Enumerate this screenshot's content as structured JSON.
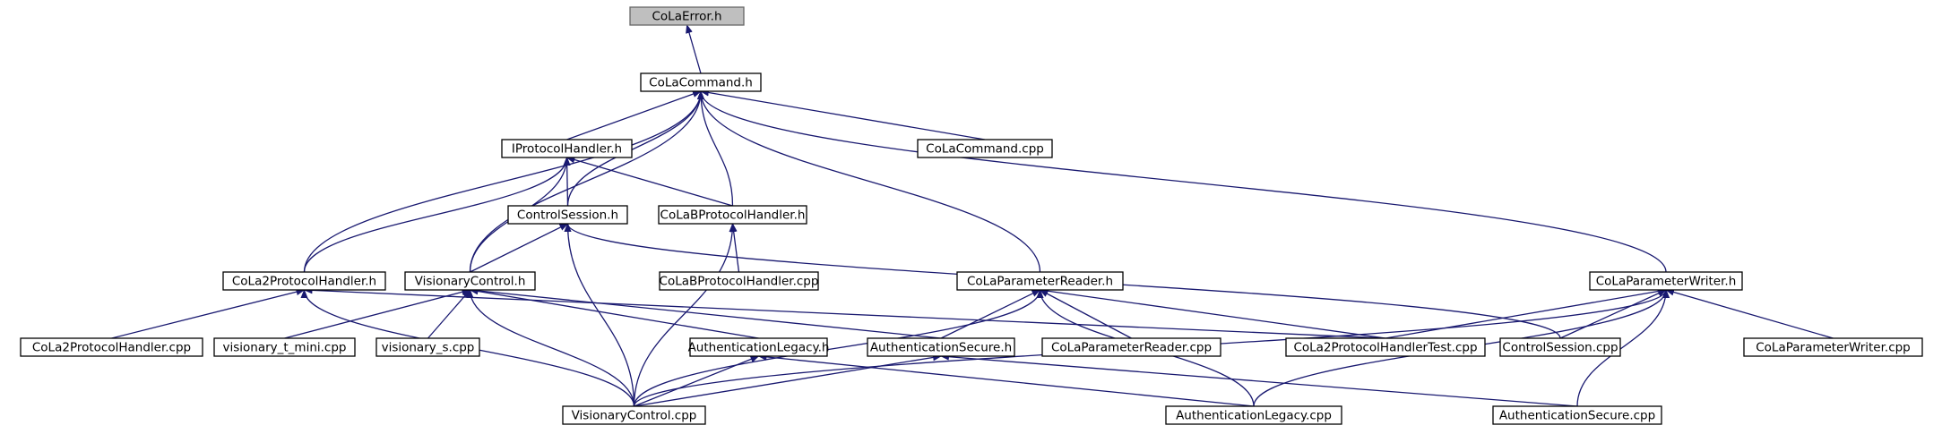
{
  "graph": {
    "nodes": [
      {
        "id": "n0",
        "label": "CoLaError.h",
        "root": true
      },
      {
        "id": "n1",
        "label": "CoLaCommand.h"
      },
      {
        "id": "n2",
        "label": "IProtocolHandler.h"
      },
      {
        "id": "n3",
        "label": "CoLaCommand.cpp"
      },
      {
        "id": "n4",
        "label": "ControlSession.h"
      },
      {
        "id": "n5",
        "label": "CoLaBProtocolHandler.h"
      },
      {
        "id": "n6",
        "label": "CoLa2ProtocolHandler.h"
      },
      {
        "id": "n7",
        "label": "VisionaryControl.h"
      },
      {
        "id": "n8",
        "label": "CoLaBProtocolHandler.cpp"
      },
      {
        "id": "n9",
        "label": "CoLaParameterReader.h"
      },
      {
        "id": "n10",
        "label": "CoLaParameterWriter.h"
      },
      {
        "id": "n11",
        "label": "CoLa2ProtocolHandler.cpp"
      },
      {
        "id": "n12",
        "label": "visionary_t_mini.cpp"
      },
      {
        "id": "n13",
        "label": "visionary_s.cpp"
      },
      {
        "id": "n14",
        "label": "AuthenticationLegacy.h"
      },
      {
        "id": "n15",
        "label": "AuthenticationSecure.h"
      },
      {
        "id": "n16",
        "label": "CoLaParameterReader.cpp"
      },
      {
        "id": "n17",
        "label": "CoLa2ProtocolHandlerTest.cpp"
      },
      {
        "id": "n18",
        "label": "ControlSession.cpp"
      },
      {
        "id": "n19",
        "label": "CoLaParameterWriter.cpp"
      },
      {
        "id": "n20",
        "label": "VisionaryControl.cpp"
      },
      {
        "id": "n21",
        "label": "AuthenticationLegacy.cpp"
      },
      {
        "id": "n22",
        "label": "AuthenticationSecure.cpp"
      }
    ],
    "edges": [
      {
        "from": "n0",
        "to": "n1"
      },
      {
        "from": "n1",
        "to": "n2"
      },
      {
        "from": "n1",
        "to": "n3"
      },
      {
        "from": "n1",
        "to": "n4"
      },
      {
        "from": "n1",
        "to": "n5"
      },
      {
        "from": "n1",
        "to": "n6"
      },
      {
        "from": "n1",
        "to": "n7"
      },
      {
        "from": "n1",
        "to": "n9"
      },
      {
        "from": "n1",
        "to": "n10"
      },
      {
        "from": "n2",
        "to": "n4"
      },
      {
        "from": "n2",
        "to": "n5"
      },
      {
        "from": "n2",
        "to": "n6"
      },
      {
        "from": "n2",
        "to": "n7"
      },
      {
        "from": "n4",
        "to": "n7"
      },
      {
        "from": "n4",
        "to": "n20"
      },
      {
        "from": "n4",
        "to": "n18"
      },
      {
        "from": "n5",
        "to": "n8"
      },
      {
        "from": "n5",
        "to": "n20"
      },
      {
        "from": "n6",
        "to": "n11"
      },
      {
        "from": "n6",
        "to": "n17"
      },
      {
        "from": "n6",
        "to": "n20"
      },
      {
        "from": "n7",
        "to": "n12"
      },
      {
        "from": "n7",
        "to": "n13"
      },
      {
        "from": "n7",
        "to": "n14"
      },
      {
        "from": "n7",
        "to": "n15"
      },
      {
        "from": "n7",
        "to": "n20"
      },
      {
        "from": "n9",
        "to": "n15"
      },
      {
        "from": "n9",
        "to": "n16"
      },
      {
        "from": "n9",
        "to": "n17"
      },
      {
        "from": "n9",
        "to": "n20"
      },
      {
        "from": "n9",
        "to": "n21"
      },
      {
        "from": "n10",
        "to": "n17"
      },
      {
        "from": "n10",
        "to": "n18"
      },
      {
        "from": "n10",
        "to": "n19"
      },
      {
        "from": "n10",
        "to": "n20"
      },
      {
        "from": "n10",
        "to": "n21"
      },
      {
        "from": "n10",
        "to": "n22"
      },
      {
        "from": "n14",
        "to": "n20"
      },
      {
        "from": "n14",
        "to": "n21"
      },
      {
        "from": "n15",
        "to": "n20"
      },
      {
        "from": "n15",
        "to": "n22"
      }
    ]
  }
}
